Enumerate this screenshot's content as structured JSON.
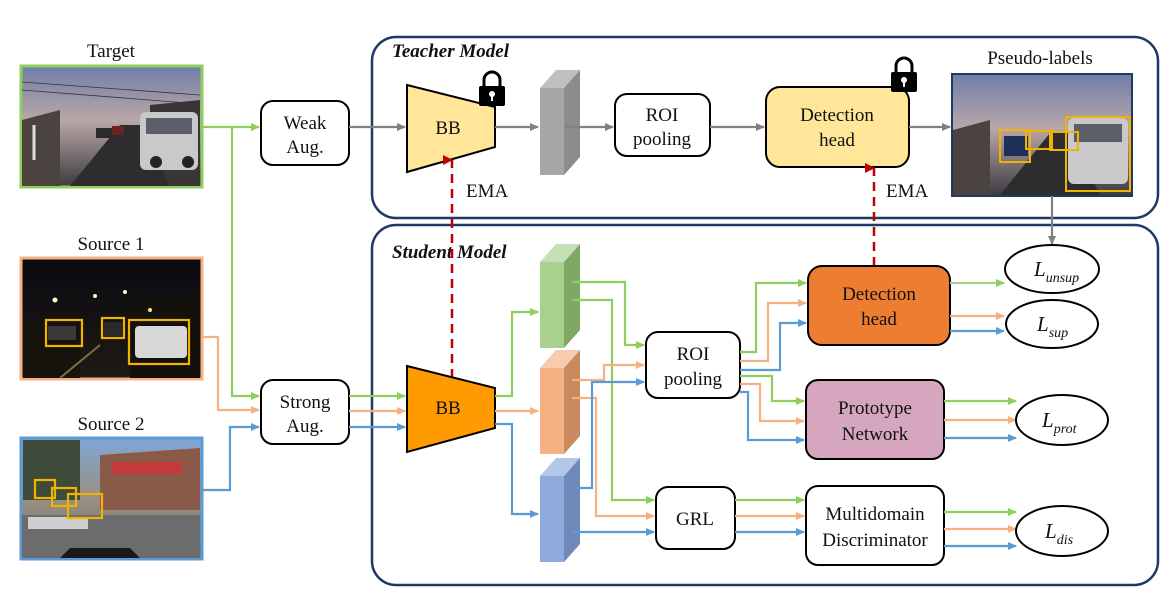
{
  "images": {
    "target": "Target",
    "source1": "Source 1",
    "source2": "Source 2",
    "pseudo": "Pseudo-labels"
  },
  "teacher": {
    "title": "Teacher Model",
    "weak_aug_1": "Weak",
    "weak_aug_2": "Aug.",
    "bb": "BB",
    "roi_1": "ROI",
    "roi_2": "pooling",
    "det_1": "Detection",
    "det_2": "head",
    "ema_1": "EMA",
    "ema_2": "EMA"
  },
  "student": {
    "title": "Student Model",
    "strong_aug_1": "Strong",
    "strong_aug_2": "Aug.",
    "bb": "BB",
    "roi_1": "ROI",
    "roi_2": "pooling",
    "det_1": "Detection",
    "det_2": "head",
    "proto_1": "Prototype",
    "proto_2": "Network",
    "grl": "GRL",
    "disc_1": "Multidomain",
    "disc_2": "Discriminator"
  },
  "losses": {
    "unsup": {
      "base": "L",
      "sub": "unsup"
    },
    "sup": {
      "base": "L",
      "sub": "sup"
    },
    "prot": {
      "base": "L",
      "sub": "prot"
    },
    "dis": {
      "base": "L",
      "sub": "dis"
    }
  },
  "colors": {
    "target_green": "#8dcf5a",
    "source1_orange": "#f4b183",
    "source2_blue": "#5b9bd5",
    "ema_red": "#c00000",
    "bb_teacher_fill": "#ffe699",
    "bb_student_fill": "#ff9b00",
    "det_teacher_fill": "#ffe699",
    "det_student_fill": "#ed7d31",
    "proto_fill": "#d5a6bd",
    "feat_green": "#a9d18e",
    "feat_orange": "#f4b183",
    "feat_blue": "#8faadc",
    "feat_gray": "#a6a6a6",
    "panel_border": "#1f3864"
  }
}
